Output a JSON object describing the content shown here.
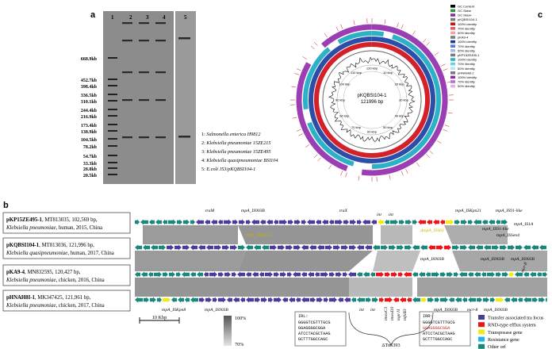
{
  "panel_a": {
    "letter": "a",
    "lane_numbers": [
      "1",
      "2",
      "3",
      "4",
      "5"
    ],
    "size_markers": [
      "668.9kb",
      "452.7kb",
      "398.4kb",
      "336.5kb",
      "310.1kb",
      "244.4kb",
      "216.9kb",
      "173.4kb",
      "138.9kb",
      "104.5kb",
      "78.2kb",
      "54.7kb",
      "33.3kb",
      "28.8kb",
      "20.5kb"
    ],
    "legend": [
      {
        "num": "1:",
        "text": "Salmonella enterica H9812"
      },
      {
        "num": "2:",
        "text": "Klebsiella pneumoniae 15ZE215"
      },
      {
        "num": "3:",
        "text": "Klebsiella pneumoniae 15ZE495"
      },
      {
        "num": "4:",
        "text": "Klebsiella quasipneumoniae BSI104"
      },
      {
        "num": "5:",
        "text": "E.coli J53/pKQBSI104-1"
      }
    ]
  },
  "panel_b": {
    "letter": "b",
    "plasmids": [
      {
        "name": "pKP15ZE495-1",
        "info": ", MT813035, 102,569 bp,",
        "host": "Klebsiella pneumoniae",
        "detail": ", human, 2015, China"
      },
      {
        "name": "pKQBSI104-1",
        "info": ", MT813036, 121,996 bp,",
        "host": "Klebsiella quasipneumoniae",
        "detail": ", human, 2017, China"
      },
      {
        "name": "pKA9-4",
        "info": ", MN832595, 120,427 bp,",
        "host": "Klebsiella pneumoniae",
        "detail": ", chicken, 2016, China"
      },
      {
        "name": "pHNAH8I-1",
        "info": ", MK347425, 121,961 bp,",
        "host": "Klebsiella pneumoniae",
        "detail": ", chicken, 2017, China"
      }
    ],
    "gene_labels_row1": [
      "traM",
      "tnpA_IS903B",
      "traX",
      "int",
      "int",
      "tnpA_ISKpn21",
      "tnpA_IS91-like"
    ],
    "gene_labels_row2": [
      "tnpA_ISKpn21",
      "ΔtnpA_IS903",
      "tnpA_IS91-like",
      "tnpA_ISSen4",
      "tnpA_IS1A"
    ],
    "gene_labels_row3": [
      "tnpA_IS903B",
      "tnpA_IS903B",
      "tnpA_IS903B",
      "mcr-8"
    ],
    "gene_labels_row4": [
      "tnpA_ISKpn8",
      "tnpA_IS903B",
      "int",
      "int",
      "tnpA_IS903B",
      "tnpA_IS903B",
      "mcr-8"
    ],
    "cluster_labels": [
      "tmexC3",
      "tmexD3",
      "toprJ1",
      "tnfxB3"
    ],
    "irl_title": "IRL:",
    "irl_seq": [
      "GGGGTCGTTTGCG",
      "GGAGGGGCGGA",
      "ATCCTACGCTAAG",
      "GCTTTGGCCAGC"
    ],
    "irr_title": "IRR:",
    "irr_seq": [
      "GGGGTCGTTTGCG",
      "GGAGGGGCGGA",
      "ATCCTACGCTAAG",
      "GCTTTGGCCAGC"
    ],
    "tn_label": "ΔTn5393",
    "scale_label": "10 Kbp",
    "identity_top": "100%",
    "identity_bottom": "70%",
    "legend": [
      {
        "text": "Transfer associated tra locus",
        "color": "#4b3a9a"
      },
      {
        "text": "RND-type efflux system",
        "color": "#e8151b"
      },
      {
        "text": "Transposase gene",
        "color": "#f3ea1a"
      },
      {
        "text": "Resistance gene",
        "color": "#1fb5e8"
      },
      {
        "text": "Other orf",
        "color": "#17887a"
      }
    ],
    "colors": {
      "tra": "#4b3a9a",
      "rnd": "#e8151b",
      "transposase": "#f3ea1a",
      "resistance": "#1fb5e8",
      "other": "#17887a",
      "homology": "#8a8a8a"
    }
  },
  "panel_c": {
    "letter": "c",
    "center_name": "pKQBSI104-1",
    "center_size": "121996 bp",
    "ring_ticks": [
      "120 kbp",
      "10 kbp",
      "20 kbp",
      "30 kbp",
      "40 kbp",
      "50 kbp",
      "60 kbp",
      "70 kbp",
      "80 kbp",
      "90 kbp",
      "100 kbp",
      "110 kbp"
    ],
    "legend": [
      {
        "text": "GC Content",
        "color": "#000000"
      },
      {
        "text": "GC Skew",
        "color": "#2b9a3a"
      },
      {
        "text": "GC Skew-",
        "color": "#8a2ca0"
      },
      {
        "text": "pKQBSI104-1",
        "color": "#7a7a7a"
      },
      {
        "text": "100% identity",
        "color": "#c0161c"
      },
      {
        "text": "70% identity",
        "color": "#e06065"
      },
      {
        "text": "50% identity",
        "color": "#f2a3a6"
      },
      {
        "text": "pKA9-4",
        "color": "#7a7a7a"
      },
      {
        "text": "100% identity",
        "color": "#1c3a9a"
      },
      {
        "text": "70% identity",
        "color": "#5d7ad0"
      },
      {
        "text": "50% identity",
        "color": "#a8b8e8"
      },
      {
        "text": "pKP15ZE495-1",
        "color": "#7a7a7a"
      },
      {
        "text": "100% identity",
        "color": "#2cb1c8"
      },
      {
        "text": "70% identity",
        "color": "#70cfe0"
      },
      {
        "text": "50% identity",
        "color": "#b5e7f0"
      },
      {
        "text": "pHNAH8I-1",
        "color": "#7a7a7a"
      },
      {
        "text": "100% identity",
        "color": "#8e2ca8"
      },
      {
        "text": "70% identity",
        "color": "#b872c8"
      },
      {
        "text": "50% identity",
        "color": "#dcb5e4"
      }
    ]
  }
}
